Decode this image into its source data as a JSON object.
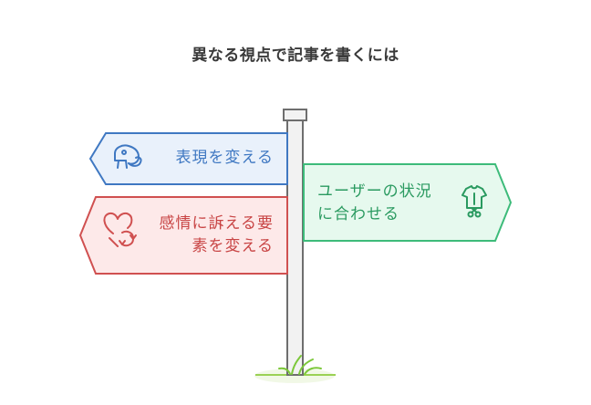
{
  "title": "異なる視点で記事を書くには",
  "signs": {
    "change_expression": {
      "line1": "表現を変える",
      "color": "#3f78c2",
      "fill": "#e9f1fb",
      "icon": "chameleon-icon"
    },
    "emotional_appeal": {
      "line1": "感情に訴える要",
      "line2": "素を変える",
      "color": "#d05050",
      "fill": "#fde9e9",
      "icon": "heart-refresh-icon"
    },
    "user_situation": {
      "line1": "ユーザーの状況",
      "line2": "に合わせる",
      "color": "#3dbb7a",
      "fill": "#e6f9ee",
      "icon": "tailored-shirt-icon"
    }
  },
  "post_color": "#f2f2f2",
  "grass_color": "#7cc83a"
}
